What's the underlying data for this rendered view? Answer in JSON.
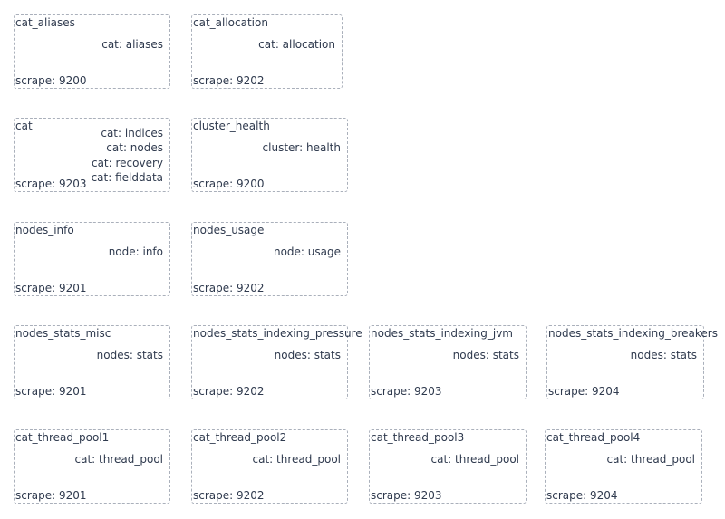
{
  "boxes": [
    {
      "id": "cat-aliases",
      "title": "cat_aliases",
      "ops": [
        "cat: aliases"
      ],
      "scrape": "scrape: 9200"
    },
    {
      "id": "cat-allocation",
      "title": "cat_allocation",
      "ops": [
        "cat: allocation"
      ],
      "scrape": "scrape: 9202"
    },
    {
      "id": "cat",
      "title": "cat",
      "ops": [
        "cat: indices",
        "cat: nodes",
        "cat: recovery",
        "cat: fielddata"
      ],
      "scrape": "scrape: 9203"
    },
    {
      "id": "cluster-health",
      "title": "cluster_health",
      "ops": [
        "cluster: health"
      ],
      "scrape": "scrape: 9200"
    },
    {
      "id": "nodes-info",
      "title": "nodes_info",
      "ops": [
        "node: info"
      ],
      "scrape": "scrape: 9201"
    },
    {
      "id": "nodes-usage",
      "title": "nodes_usage",
      "ops": [
        "node: usage"
      ],
      "scrape": "scrape: 9202"
    },
    {
      "id": "nodes-stats-misc",
      "title": "nodes_stats_misc",
      "ops": [
        "nodes: stats"
      ],
      "scrape": "scrape: 9201"
    },
    {
      "id": "nodes-stats-indexing-pressure",
      "title": "nodes_stats_indexing_pressure",
      "ops": [
        "nodes: stats"
      ],
      "scrape": "scrape: 9202"
    },
    {
      "id": "nodes-stats-indexing-jvm",
      "title": "nodes_stats_indexing_jvm",
      "ops": [
        "nodes: stats"
      ],
      "scrape": "scrape: 9203"
    },
    {
      "id": "nodes-stats-indexing-breakers",
      "title": "nodes_stats_indexing_breakers",
      "ops": [
        "nodes: stats"
      ],
      "scrape": "scrape: 9204"
    },
    {
      "id": "cat-thread-pool1",
      "title": "cat_thread_pool1",
      "ops": [
        "cat: thread_pool"
      ],
      "scrape": "scrape: 9201"
    },
    {
      "id": "cat-thread-pool2",
      "title": "cat_thread_pool2",
      "ops": [
        "cat: thread_pool"
      ],
      "scrape": "scrape: 9202"
    },
    {
      "id": "cat-thread-pool3",
      "title": "cat_thread_pool3",
      "ops": [
        "cat: thread_pool"
      ],
      "scrape": "scrape: 9203"
    },
    {
      "id": "cat-thread-pool4",
      "title": "cat_thread_pool4",
      "ops": [
        "cat: thread_pool"
      ],
      "scrape": "scrape: 9204"
    }
  ]
}
